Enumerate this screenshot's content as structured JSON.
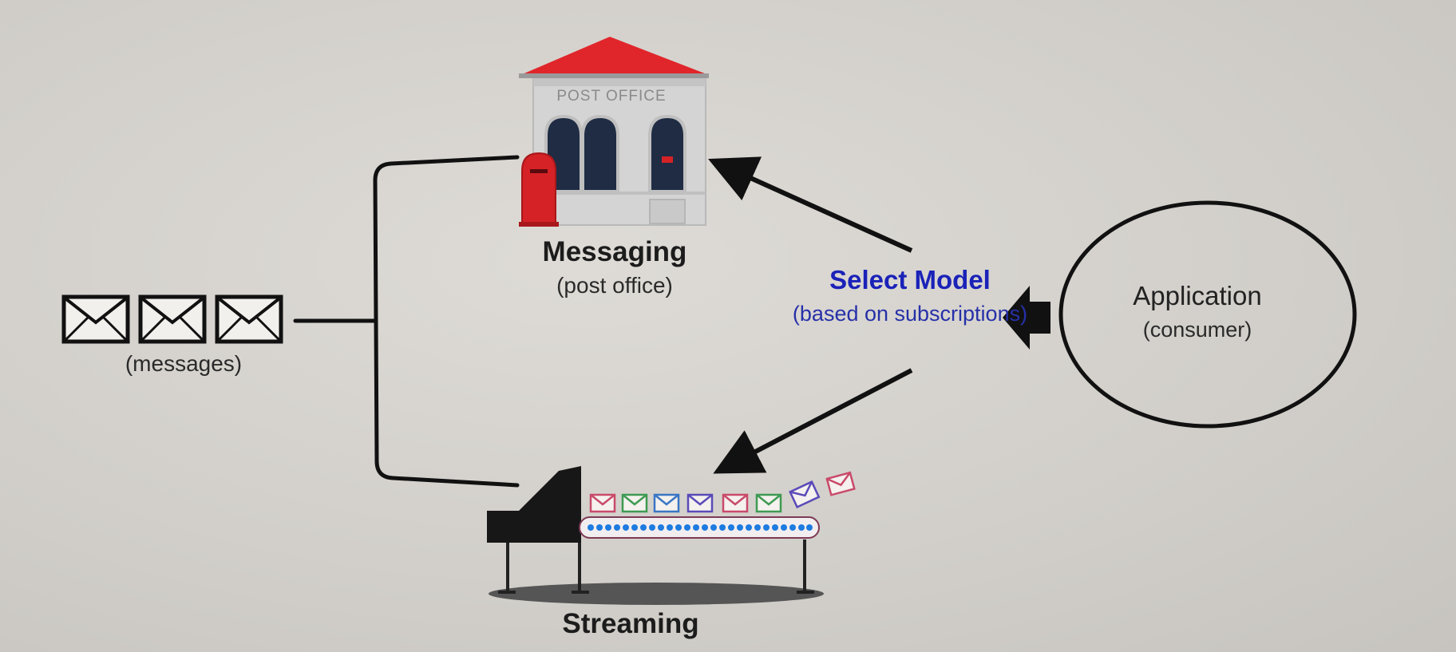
{
  "messaging": {
    "title": "Messaging",
    "subtitle": "(post office)",
    "sign": "POST OFFICE"
  },
  "messages": {
    "label": "(messages)"
  },
  "select_model": {
    "title": "Select Model",
    "subtitle": "(based on subscriptions)"
  },
  "application": {
    "title": "Application",
    "subtitle": "(consumer)"
  },
  "streaming": {
    "title": "Streaming"
  },
  "colors": {
    "select_model_text": "#1a22b8",
    "roof": "#e0262b",
    "mailbox": "#d42226",
    "conveyor_dots": "#1e7be0",
    "envelope_pink": "#c94a6a",
    "envelope_green": "#3e9a52",
    "envelope_blue": "#3a76c4",
    "envelope_purple": "#5a4ab8"
  }
}
